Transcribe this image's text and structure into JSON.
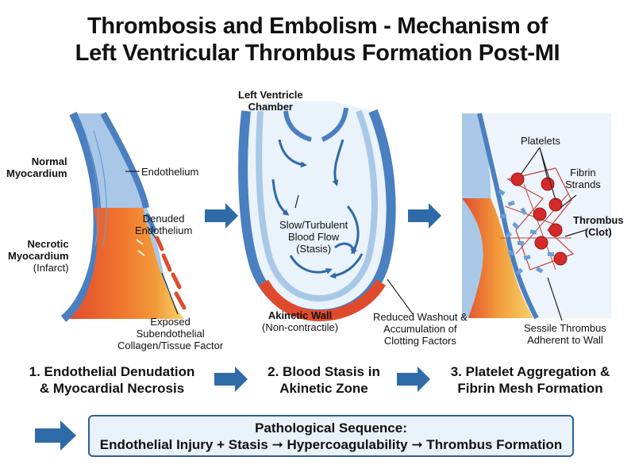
{
  "title": {
    "line1": "Thrombosis and Embolism - Mechanism of",
    "line2": "Left Ventricular Thrombus Formation Post-MI"
  },
  "panel1": {
    "normal_myocardium": [
      "Normal",
      "Myocardium"
    ],
    "endothelium": "Endothelium",
    "denuded_endothelium": [
      "Denuded",
      "Endothelium"
    ],
    "necrotic_myocardium": [
      "Necrotic",
      "Myocardium"
    ],
    "infarct": "(Infarct)",
    "exposed": [
      "Exposed",
      "Subendothelial",
      "Collagen/Tissue Factor"
    ],
    "caption": [
      "1. Endothelial Denudation",
      "& Myocardial Necrosis"
    ]
  },
  "panel2": {
    "chamber": [
      "Left Ventricle",
      "Chamber"
    ],
    "flow": [
      "Slow/Turbulent",
      "Blood Flow",
      "(Stasis)"
    ],
    "akinetic_wall": "Akinetic Wall",
    "non_contractile": "(Non-contractile)",
    "washout": [
      "Reduced Washout &",
      "Accumulation of",
      "Clotting Factors"
    ],
    "caption": [
      "2. Blood Stasis in",
      "Akinetic Zone"
    ]
  },
  "panel3": {
    "platelets": "Platelets",
    "fibrin": [
      "Fibrin",
      "Strands"
    ],
    "thrombus": [
      "Thrombus",
      "(Clot)"
    ],
    "sessile": [
      "Sessile Thrombus",
      "Adherent to Wall"
    ],
    "caption": [
      "3. Platelet Aggregation &",
      "Fibrin Mesh Formation"
    ]
  },
  "summary": {
    "heading": "Pathological Sequence:",
    "sequence": "Endothelial Injury + Stasis ➞ Hypercoagulability ➞ Thrombus Formation"
  },
  "colors": {
    "vessel_blue": "#4a7fc0",
    "blue_light": "#a9c8e8",
    "arrow_blue": "#2f6aa8",
    "necrosis_red": "#e04a2c",
    "necrosis_orange": "#f29a3a",
    "necrosis_yellow": "#f7d36a",
    "platelet_red": "#d42a2a"
  }
}
